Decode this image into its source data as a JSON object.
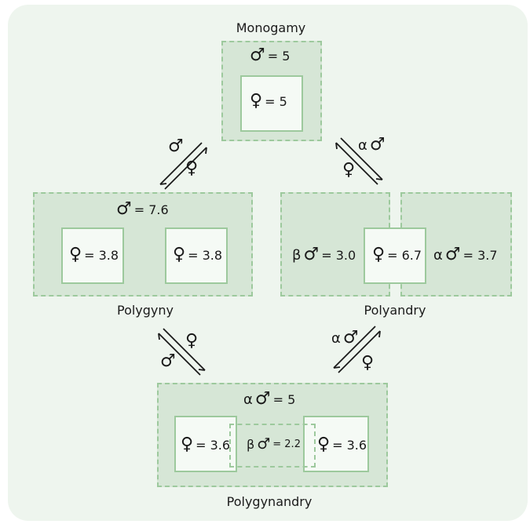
{
  "symbols": {
    "male": "♂",
    "female": "♀",
    "alpha": "α",
    "beta": "β"
  },
  "monogamy": {
    "title": "Monogamy",
    "male_value": "= 5",
    "female_value": "= 5"
  },
  "polygyny": {
    "title": "Polygyny",
    "male_value": "= 7.6",
    "female1_value": "= 3.8",
    "female2_value": "= 3.8"
  },
  "polyandry": {
    "title": "Polyandry",
    "beta_male_value": "= 3.0",
    "female_value": "= 6.7",
    "alpha_male_value": "= 3.7"
  },
  "polygynandry": {
    "title": "Polygynandry",
    "alpha_male_value": "= 5",
    "female1_value": "= 3.6",
    "beta_male_value": "= 2.2",
    "female2_value": "= 3.6"
  },
  "colors": {
    "panel": "#eef5ee",
    "territory": "#d6e6d6",
    "border": "#9dc99d",
    "female_box": "#f5faf5"
  }
}
